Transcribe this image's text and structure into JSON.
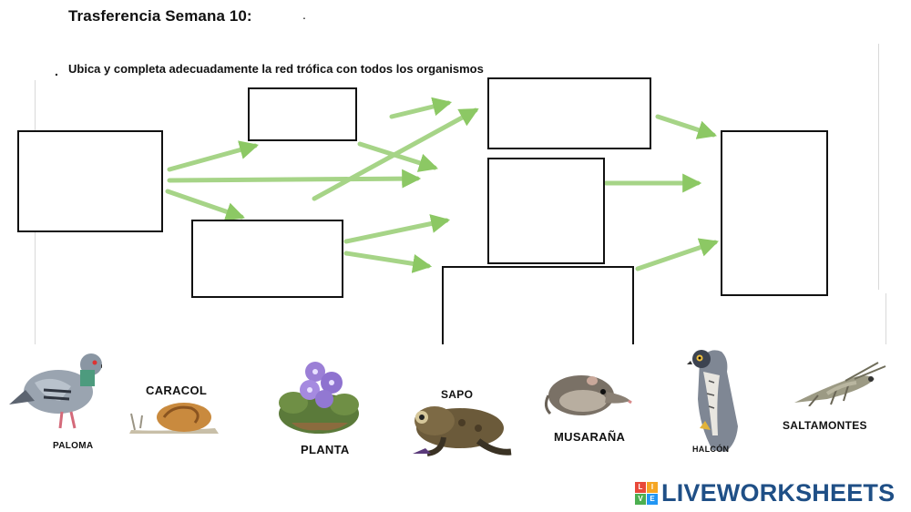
{
  "header": {
    "title": "Trasferencia Semana 10:",
    "title_dot": ".",
    "instruction_bullet": ".",
    "instruction": "Ubica y completa  adecuadamente la red trófica con todos los organismos"
  },
  "answer_boxes": [
    {
      "id": "box-1",
      "value": ""
    },
    {
      "id": "box-2",
      "value": ""
    },
    {
      "id": "box-3",
      "value": ""
    },
    {
      "id": "box-4",
      "value": ""
    },
    {
      "id": "box-5",
      "value": ""
    },
    {
      "id": "box-6",
      "value": ""
    },
    {
      "id": "box-7",
      "value": ""
    }
  ],
  "organisms": [
    {
      "label": "PALOMA",
      "icon": "pigeon-icon"
    },
    {
      "label": "CARACOL",
      "icon": "snail-icon"
    },
    {
      "label": "PLANTA",
      "icon": "plant-icon"
    },
    {
      "label": "SAPO",
      "icon": "toad-icon"
    },
    {
      "label": "MUSARAÑA",
      "icon": "shrew-icon"
    },
    {
      "label": "HALCÓN",
      "icon": "falcon-icon"
    },
    {
      "label": "SALTAMONTES",
      "icon": "grasshopper-icon"
    }
  ],
  "branding": {
    "logo_letters": [
      "L",
      "I",
      "V",
      "E"
    ],
    "name": "LIVEWORKSHEETS",
    "colors": {
      "arrow": "#8cc864",
      "brand_text": "#1f4f86",
      "logo": [
        "#e8493a",
        "#f5a623",
        "#4caf50",
        "#2196f3"
      ]
    }
  }
}
